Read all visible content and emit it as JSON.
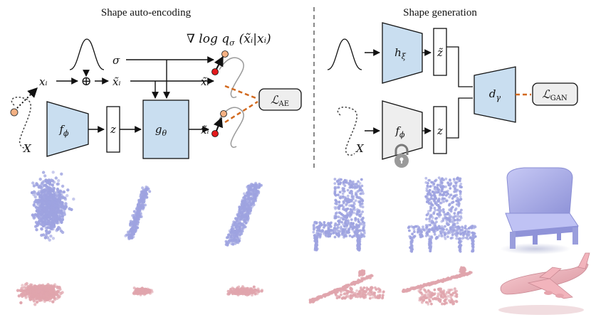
{
  "left_panel": {
    "title": "Shape auto-encoding",
    "score_label": "∇ log q",
    "score_sigma": "σ",
    "score_args": "(x̃ᵢ|xᵢ)",
    "sigma": "σ",
    "x_i": "xᵢ",
    "x_tilde": "x̃ᵢ",
    "x_tilde_top": "x̃ᵢ",
    "x_tilde_bottom": "x̃ᵢ",
    "X": "X",
    "z": "z",
    "encoder": "f",
    "encoder_sub": "ϕ",
    "decoder": "g",
    "decoder_sub": "θ",
    "plus": "⊕",
    "loss": "ℒ",
    "loss_sub": "AE"
  },
  "right_panel": {
    "title": "Shape generation",
    "generator": "h",
    "generator_sub": "ξ",
    "z_tilde": "z̃",
    "encoder": "f",
    "encoder_sub": "ϕ",
    "z": "z",
    "X": "X",
    "discriminator": "d",
    "discriminator_sub": "γ",
    "loss": "ℒ",
    "loss_sub": "GAN"
  },
  "colors": {
    "module_blue": "#c9def0",
    "module_gray": "#eeeeee",
    "loss_dash": "#d2691e",
    "chair": "#9ea3e0",
    "chair_solid": "#b3b6ee",
    "plane": "#e0a5ad",
    "plane_solid": "#f1b9c0",
    "point_start": "#f4b183",
    "point_end": "#e31a1c",
    "lock": "#9a9a9a"
  },
  "rows": {
    "chair_stages": 6,
    "airplane_stages": 6
  }
}
